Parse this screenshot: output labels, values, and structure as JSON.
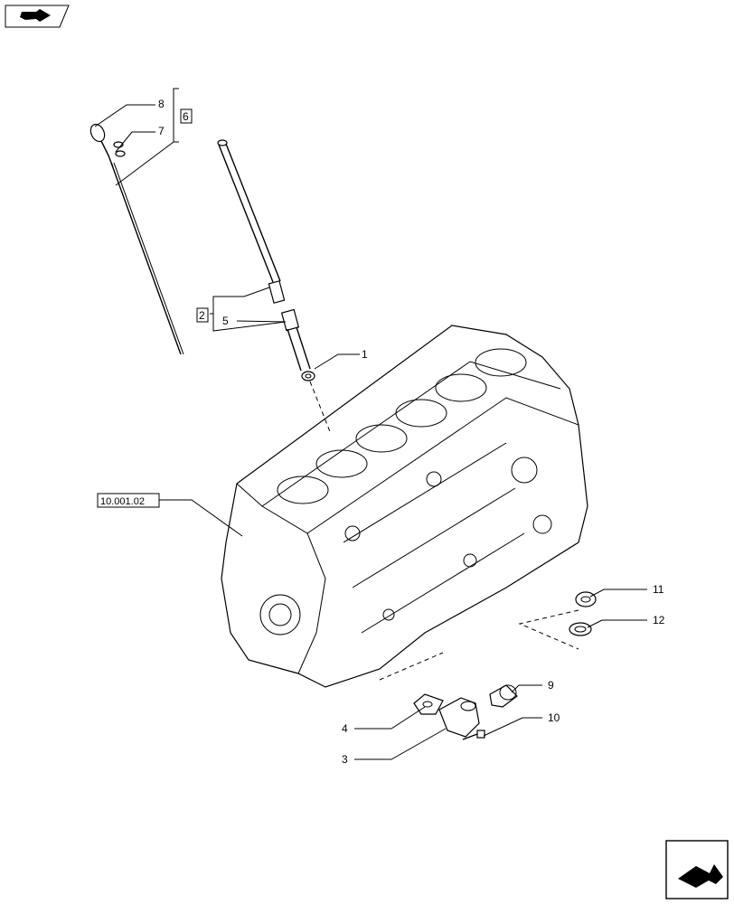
{
  "callouts": {
    "c1": "1",
    "c2": "2",
    "c3": "3",
    "c4": "4",
    "c5": "5",
    "c6": "6",
    "c7": "7",
    "c8": "8",
    "c9": "9",
    "c10": "10",
    "c11": "11",
    "c12": "12"
  },
  "reference": "10.001.02",
  "icons": {
    "top_left": "book-arrow-icon",
    "bottom_right": "next-page-arrow-icon"
  }
}
